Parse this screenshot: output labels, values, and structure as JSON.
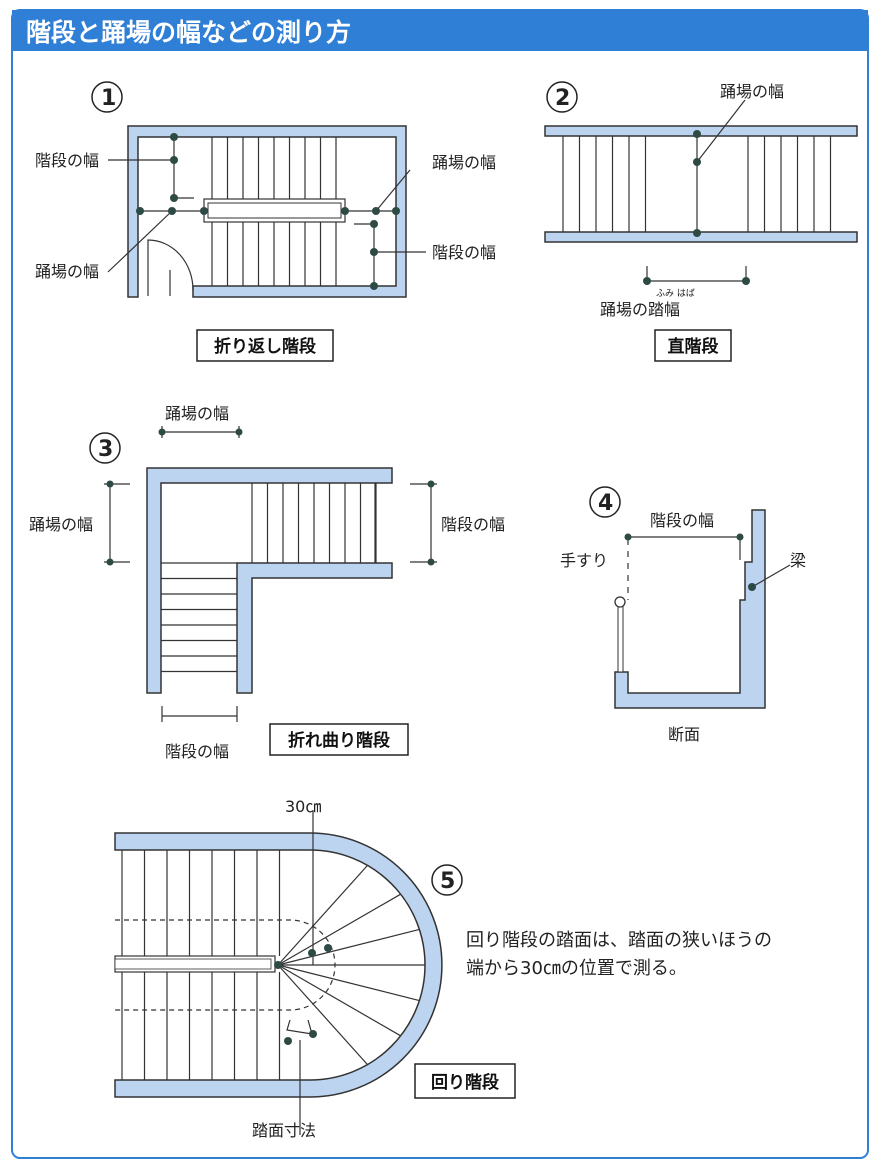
{
  "header": {
    "title": "階段と踊場の幅などの測り方"
  },
  "colors": {
    "accent": "#2f7fd6",
    "wall": "#bcd4ef"
  },
  "diagram1": {
    "number": "①",
    "stair_width_left": "階段の幅",
    "landing_width_left": "踊場の幅",
    "landing_width_right": "踊場の幅",
    "stair_width_right": "階段の幅",
    "caption": "折り返し階段"
  },
  "diagram2": {
    "number": "②",
    "landing_width": "踊場の幅",
    "landing_tread": "踊場の踏幅",
    "ruby": "ふみ  はば",
    "caption": "直階段"
  },
  "diagram3": {
    "number": "③",
    "landing_width_top": "踊場の幅",
    "landing_width_left": "踊場の幅",
    "stair_width_right": "階段の幅",
    "stair_width_bottom": "階段の幅",
    "caption": "折れ曲り階段"
  },
  "diagram4": {
    "number": "④",
    "stair_width": "階段の幅",
    "handrail": "手すり",
    "beam": "梁",
    "caption": "断面"
  },
  "diagram5": {
    "number": "⑤",
    "distance": "30㎝",
    "tread_dimension": "踏面寸法",
    "note_line1": "回り階段の踏面は、踏面の狭いほうの",
    "note_line2": "端から30㎝の位置で測る。",
    "caption": "回り階段"
  }
}
